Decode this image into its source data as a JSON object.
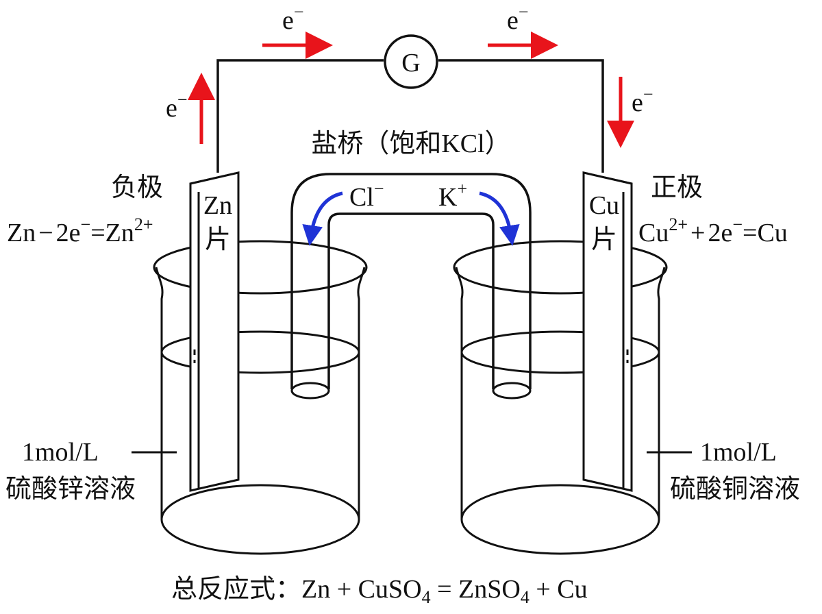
{
  "galvanometer": {
    "label": "G"
  },
  "electron_flow": {
    "symbol": "e",
    "charge": "−"
  },
  "salt_bridge": {
    "label": "盐桥（饱和KCl）",
    "anion": "Cl",
    "anion_charge": "−",
    "cation": "K",
    "cation_charge": "+"
  },
  "negative_electrode": {
    "name": "负极",
    "plate_line1": "Zn",
    "plate_line2": "片",
    "equation": {
      "a": "Zn",
      "op": "−",
      "b": "2e",
      "b_sup": "−",
      "eq": "=",
      "c": "Zn",
      "c_sup": "2+"
    }
  },
  "positive_electrode": {
    "name": "正极",
    "plate_line1": "Cu",
    "plate_line2": "片",
    "equation": {
      "a": "Cu",
      "a_sup": "2+",
      "op": "+",
      "b": "2e",
      "b_sup": "−",
      "eq": "=",
      "c": "Cu"
    }
  },
  "left_solution": {
    "concentration": "1mol/L",
    "name": "硫酸锌溶液"
  },
  "right_solution": {
    "concentration": "1mol/L",
    "name": "硫酸铜溶液"
  },
  "overall_reaction": {
    "prefix": "总反应式：",
    "eq": "Zn + CuSO",
    "sub1": "4",
    "mid": " = ZnSO",
    "sub2": "4",
    "end": " + Cu"
  },
  "colors": {
    "electron_arrow": "#e8141b",
    "ion_arrow": "#1f33d6",
    "line": "#111111"
  }
}
